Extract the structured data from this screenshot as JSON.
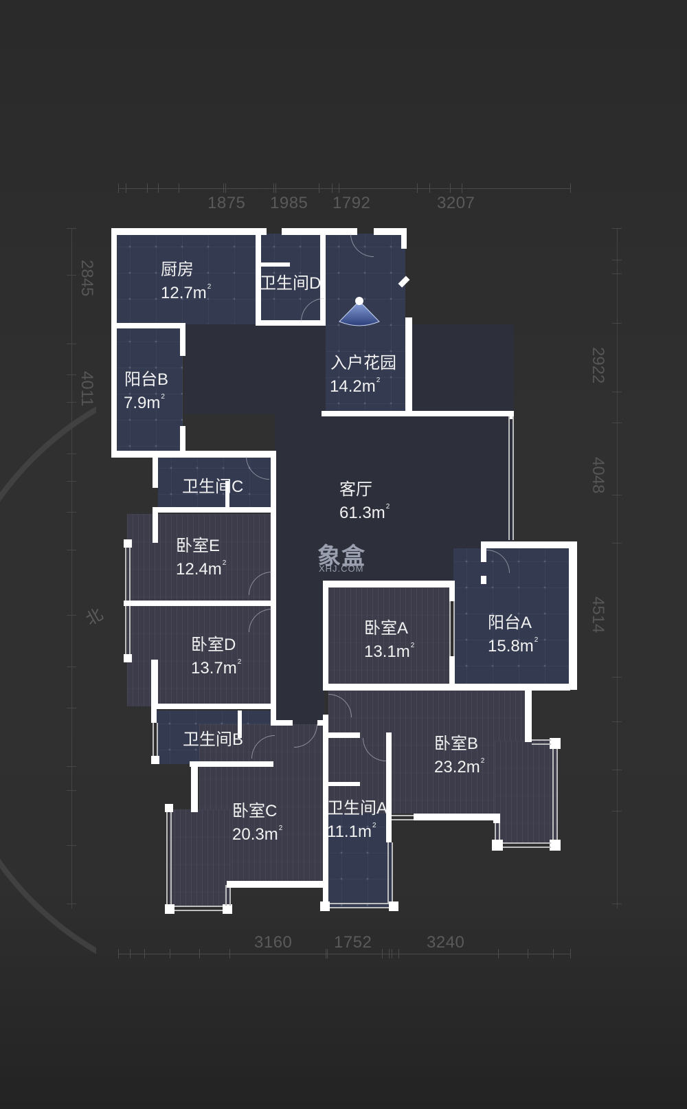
{
  "dimensions": {
    "top": [
      "1875",
      "1985",
      "1792",
      "3207"
    ],
    "bottom": [
      "3160",
      "1752",
      "3240"
    ],
    "left": [
      "2845",
      "4011"
    ],
    "right": [
      "2922",
      "4048",
      "4514"
    ]
  },
  "compass": {
    "north_label": "北"
  },
  "watermark": {
    "brand_cn": "象盒",
    "brand_en": "XHJ.COM"
  },
  "area_unit": "m",
  "area_unit_sup": "2",
  "rooms": {
    "kitchen": {
      "name": "厨房",
      "area": "12.7"
    },
    "bathroom_d": {
      "name": "卫生间D",
      "area": ""
    },
    "entry_garden": {
      "name": "入户花园",
      "area": "14.2"
    },
    "balcony_b": {
      "name": "阳台B",
      "area": "7.9"
    },
    "living_room": {
      "name": "客厅",
      "area": "61.3"
    },
    "bathroom_c": {
      "name": "卫生间C",
      "area": ""
    },
    "bedroom_e": {
      "name": "卧室E",
      "area": "12.4"
    },
    "bedroom_d": {
      "name": "卧室D",
      "area": "13.7"
    },
    "bathroom_b": {
      "name": "卫生间B",
      "area": ""
    },
    "bedroom_c": {
      "name": "卧室C",
      "area": "20.3"
    },
    "bathroom_a": {
      "name": "卫生间A",
      "area": "11.1"
    },
    "bedroom_a": {
      "name": "卧室A",
      "area": "13.1"
    },
    "balcony_a": {
      "name": "阳台A",
      "area": "15.8"
    },
    "bedroom_b": {
      "name": "卧室B",
      "area": "23.2"
    }
  },
  "colors": {
    "background": "#2e2e2e",
    "wall": "#ffffff",
    "tile_floor": "#343a4f",
    "wood_floor": "#3c3c4a",
    "hall_floor": "#2d2f3a",
    "dimension_text": "#5a5a5a"
  }
}
